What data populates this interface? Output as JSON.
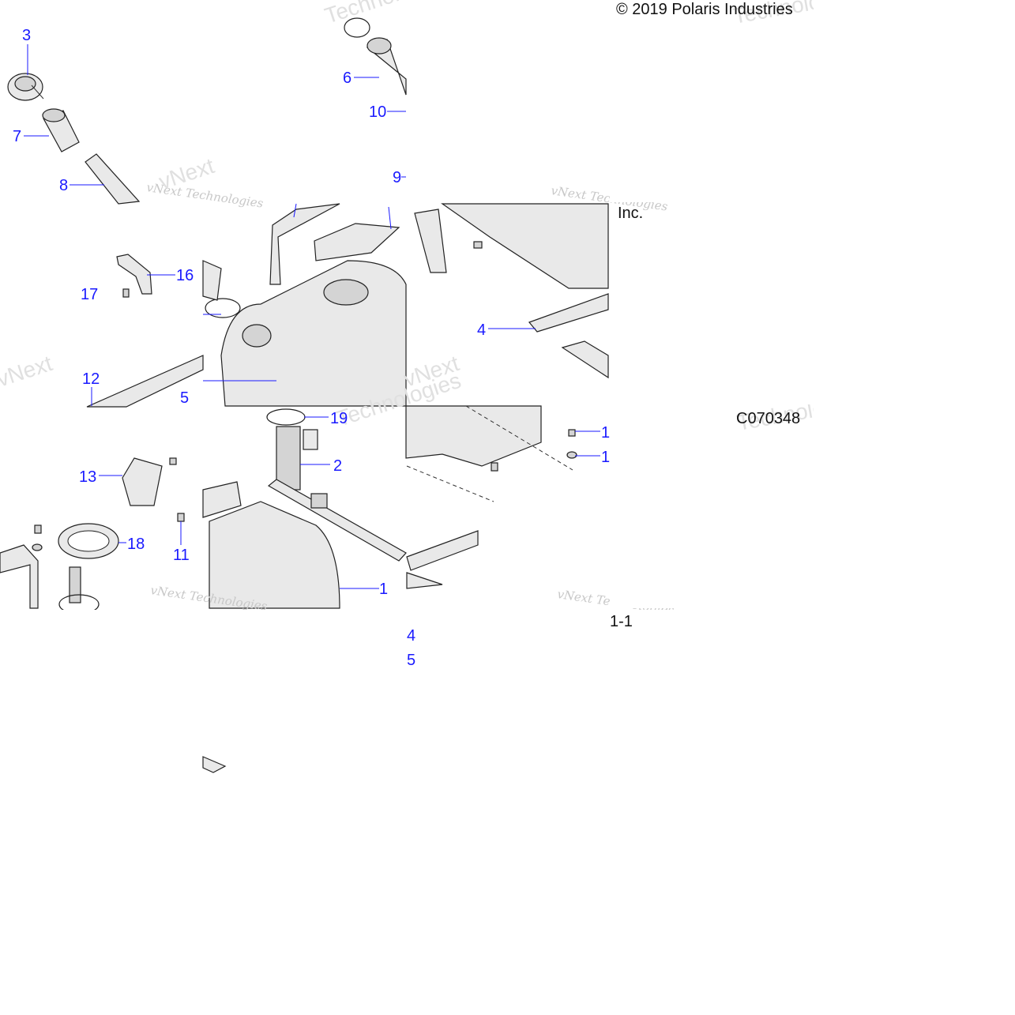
{
  "copyright": "© 2019 Polaris Industries",
  "fragment_inc": "Inc.",
  "drawing_code": "C070348",
  "fragment_bottom": "1-1",
  "watermark": {
    "line1": "vNext Technologies",
    "big_a": "vNext",
    "big_b": "Technologies"
  },
  "callouts": {
    "c3": "3",
    "c7": "7",
    "c8": "8",
    "c6": "6",
    "c10": "10",
    "c9": "9",
    "c16": "16",
    "c17": "17",
    "c4a": "4",
    "c12": "12",
    "c5a": "5",
    "c19": "19",
    "c2": "2",
    "c1a": "1",
    "c1b": "1",
    "c13": "13",
    "c18": "18",
    "c11": "11",
    "c1c": "1",
    "c4b": "4",
    "c5b": "5"
  }
}
